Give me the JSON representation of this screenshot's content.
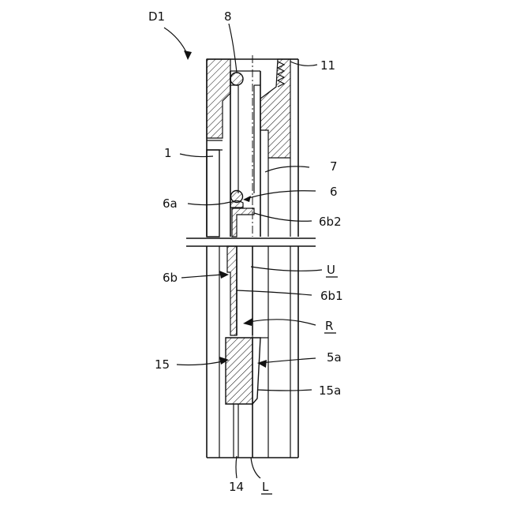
{
  "figure": {
    "labels": {
      "d1": "D1",
      "n8": "8",
      "n11": "11",
      "n1": "1",
      "n7": "7",
      "n6": "6",
      "n6a": "6a",
      "n6b2": "6b2",
      "u": "U",
      "n6b": "6b",
      "n6b1": "6b1",
      "r": "R",
      "n15": "15",
      "n5a": "5a",
      "n15a": "15a",
      "n14": "14",
      "l": "L"
    }
  }
}
